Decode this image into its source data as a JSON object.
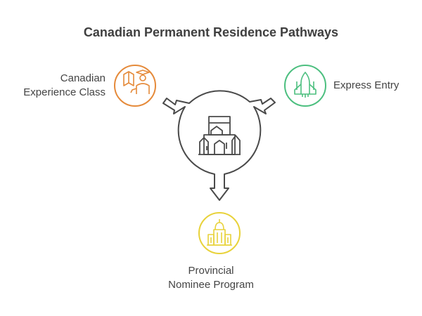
{
  "title": "Canadian Permanent Residence Pathways",
  "center": {
    "icon": "castle-icon"
  },
  "pathways": [
    {
      "label_lines": [
        "Canadian",
        "Experience Class"
      ],
      "icon": "graduate-books-icon",
      "color": "#e58a3a"
    },
    {
      "label": "Express Entry",
      "icon": "space-shuttle-icon",
      "color": "#4cbf7f"
    },
    {
      "label_lines": [
        "Provincial",
        "Nominee Program"
      ],
      "icon": "capitol-building-icon",
      "color": "#e8d23a"
    }
  ],
  "colors": {
    "hub_stroke": "#4a4a4a",
    "text": "#444444",
    "title": "#3f3f3f"
  }
}
